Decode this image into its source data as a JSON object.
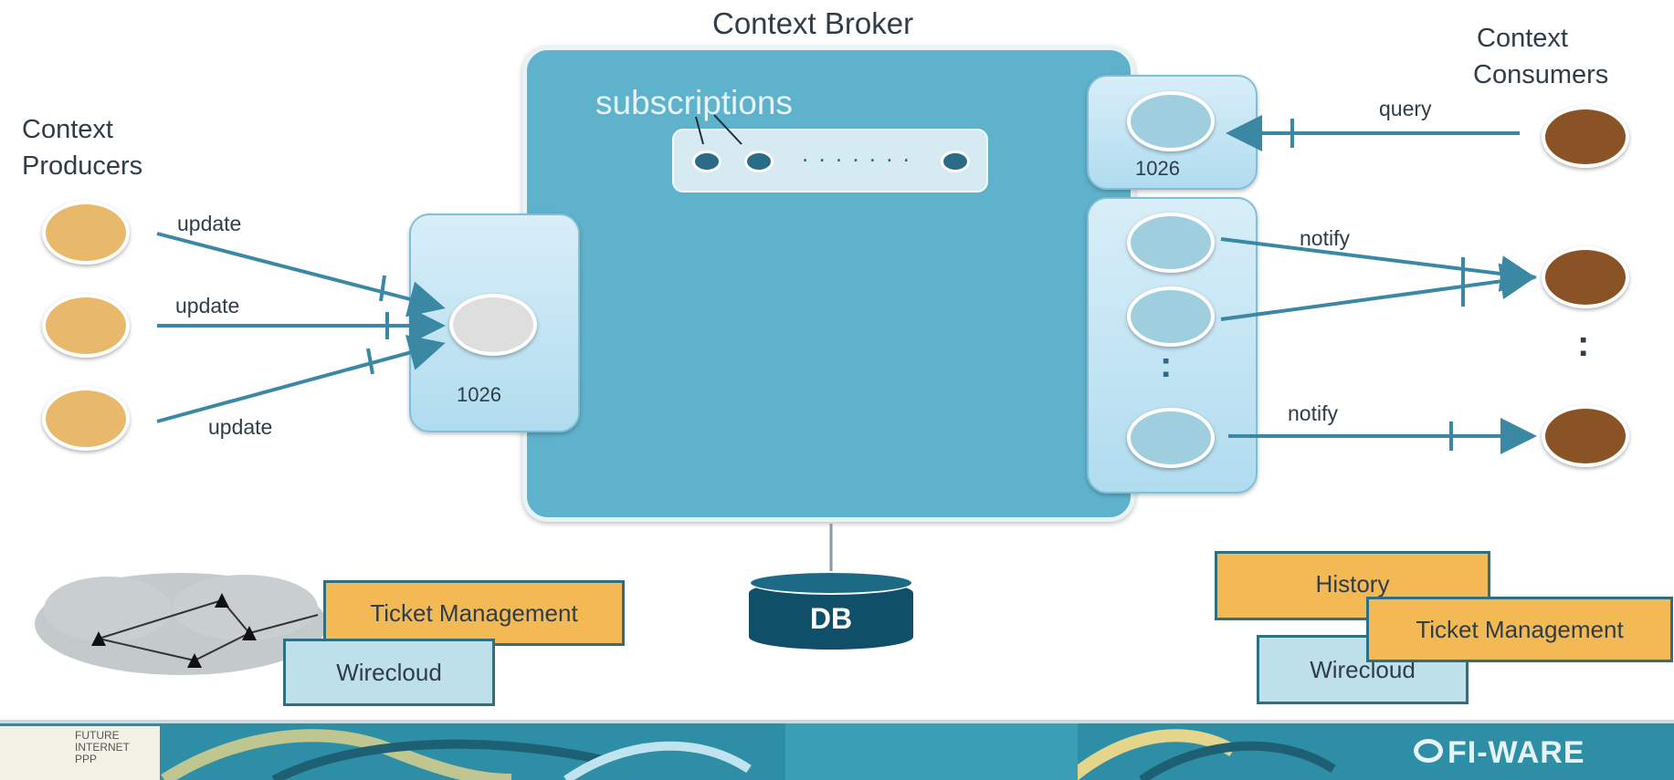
{
  "title": "Context Broker",
  "subscriptions_label": "subscriptions",
  "subscriptions_dots": ". . . . . . .",
  "producers": {
    "label_line1": "Context",
    "label_line2": "Producers",
    "arrows": [
      "update",
      "update",
      "update"
    ]
  },
  "consumers": {
    "label_line1": "Context",
    "label_line2": "Consumers",
    "query_label": "query",
    "notify_labels": [
      "notify",
      "notify"
    ]
  },
  "ports": {
    "input_port": "1026",
    "query_port": "1026"
  },
  "vertical_ellipsis": ":",
  "db_label": "DB",
  "left_apps": {
    "ticket": "Ticket Management",
    "wirecloud": "Wirecloud"
  },
  "right_apps": {
    "history": "History",
    "ticket": "Ticket Management",
    "wirecloud": "Wirecloud"
  },
  "banner": {
    "logo_text": "FI-WARE",
    "future_internet_text": "FUTURE\nINTERNET\nPPP"
  },
  "colors": {
    "broker": "#5fb2cb",
    "producer": "#e8b96a",
    "consumer": "#8a5326",
    "arrow": "#3a88a4",
    "db": "#0f5068"
  }
}
